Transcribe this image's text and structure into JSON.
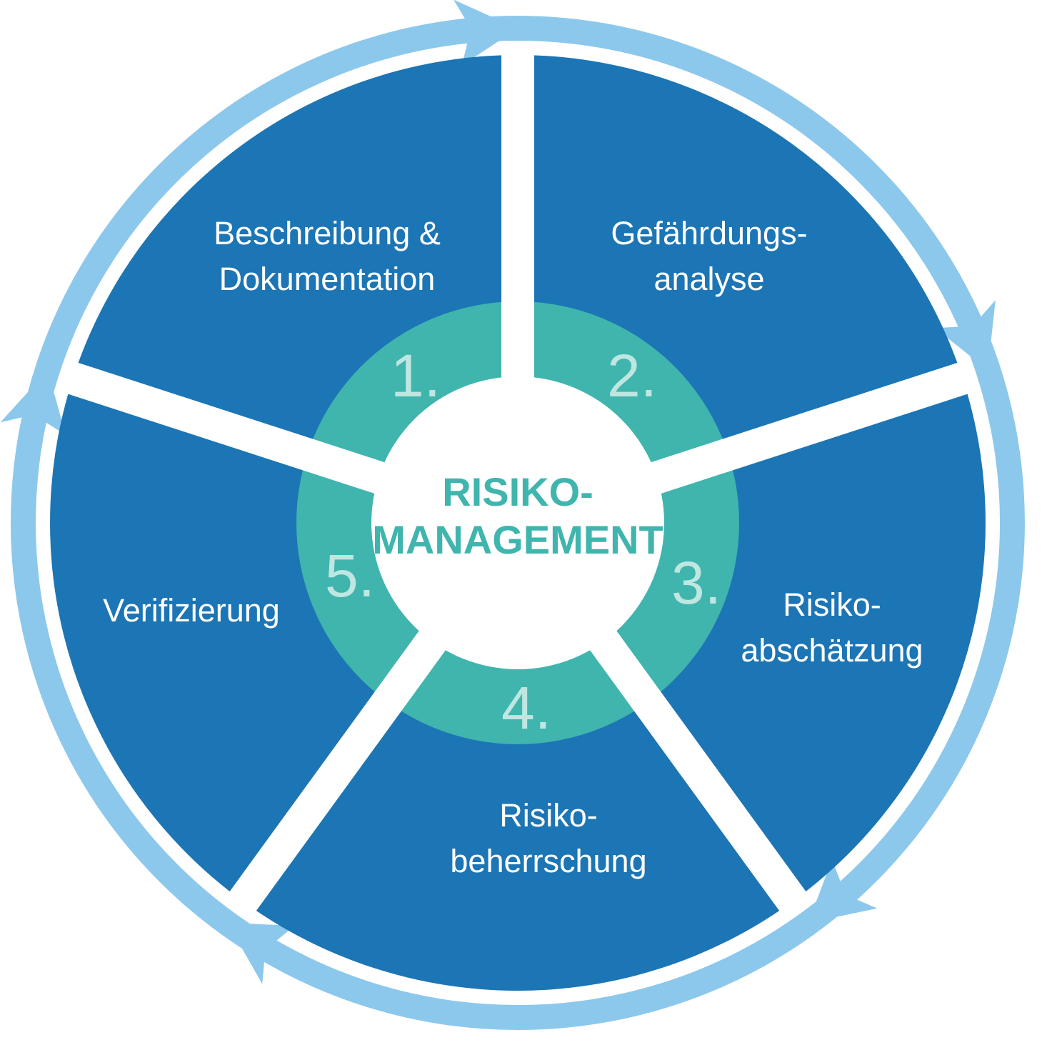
{
  "center": {
    "line1": "RISIKO-",
    "line2": "MANAGEMENT"
  },
  "steps": [
    {
      "number": "1.",
      "label_lines": [
        "Beschreibung &",
        "Dokumentation"
      ]
    },
    {
      "number": "2.",
      "label_lines": [
        "Gefährdungs-",
        "analyse"
      ]
    },
    {
      "number": "3.",
      "label_lines": [
        "Risiko-",
        "abschätzung"
      ]
    },
    {
      "number": "4.",
      "label_lines": [
        "Risiko-",
        "beherrschung"
      ]
    },
    {
      "number": "5.",
      "label_lines": [
        "Verifizierung"
      ]
    }
  ],
  "colors": {
    "segment": "#1c75b4",
    "arrow": "#8cc8ec",
    "ring": "#3fb5ae",
    "number": "#bfe6e0",
    "center_fill": "#ffffff",
    "center_text": "#3fb5ae",
    "label": "#ffffff"
  }
}
